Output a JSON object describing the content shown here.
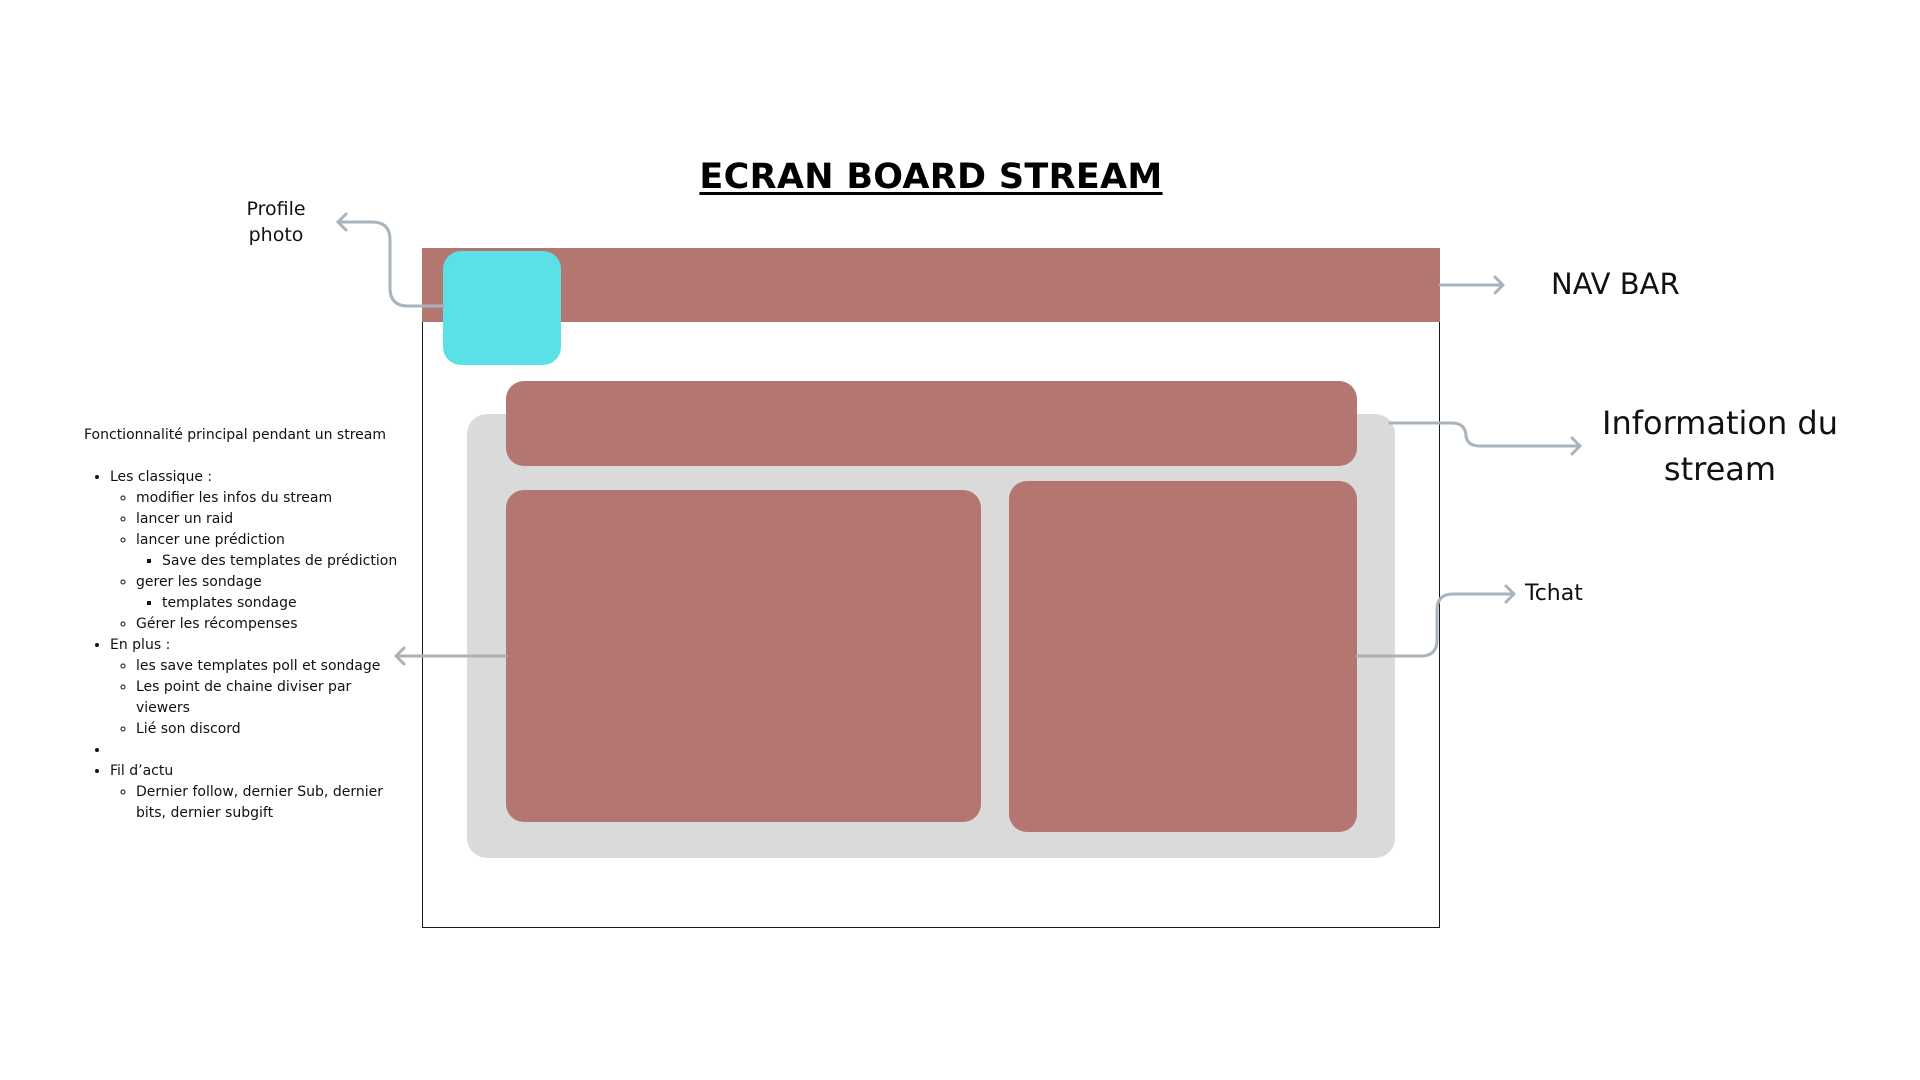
{
  "title": "ECRAN BOARD STREAM",
  "labels": {
    "profile_photo": "Profile photo",
    "nav_bar": "NAV BAR",
    "stream_info": "Information du stream",
    "chat": "Tchat"
  },
  "colors": {
    "panel": "#b47670",
    "avatar": "#5be1e5",
    "content_background": "#dadada",
    "connector": "#a9b3bb"
  },
  "features": {
    "title": "Fonctionnalité principal pendant un stream",
    "classics": {
      "label": "Les classique :",
      "edit_stream_info": "modifier les infos du stream",
      "start_raid": "lancer un raid",
      "prediction": {
        "label": "lancer une prédiction",
        "save_templates": "Save des templates de prédiction"
      },
      "polls": {
        "label": "gerer les sondage",
        "templates": "templates sondage"
      },
      "rewards": "Gérer les récompenses"
    },
    "extras": {
      "label": "En plus :",
      "saved_templates": "les save templates poll et sondage",
      "channel_points": "Les point de chaine diviser par viewers",
      "discord": "Lié son discord"
    },
    "empty_item": "",
    "feed": {
      "label": "Fil d’actu",
      "latest": "Dernier follow, dernier Sub, dernier bits, dernier subgift"
    }
  }
}
